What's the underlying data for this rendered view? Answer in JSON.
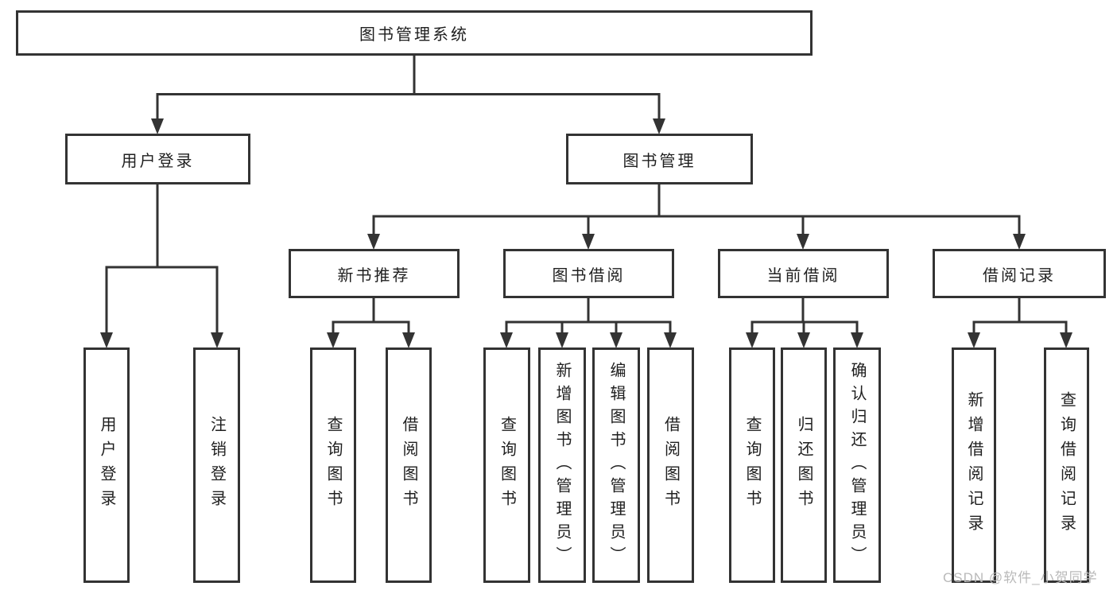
{
  "tree": {
    "label": "图书管理系统",
    "children": [
      {
        "label": "用户登录",
        "children": [
          {
            "label": "用户登录"
          },
          {
            "label": "注销登录"
          }
        ]
      },
      {
        "label": "图书管理",
        "children": [
          {
            "label": "新书推荐",
            "children": [
              {
                "label": "查询图书"
              },
              {
                "label": "借阅图书"
              }
            ]
          },
          {
            "label": "图书借阅",
            "children": [
              {
                "label": "查询图书"
              },
              {
                "label": "新增图书（管理员）"
              },
              {
                "label": "编辑图书（管理员）"
              },
              {
                "label": "借阅图书"
              }
            ]
          },
          {
            "label": "当前借阅",
            "children": [
              {
                "label": "查询图书"
              },
              {
                "label": "归还图书"
              },
              {
                "label": "确认归还（管理员）"
              }
            ]
          },
          {
            "label": "借阅记录",
            "children": [
              {
                "label": "新增借阅记录"
              },
              {
                "label": "查询借阅记录"
              }
            ]
          }
        ]
      }
    ]
  },
  "watermark": "CSDN @软件_小贺同学",
  "colors": {
    "line": "#333333",
    "text": "#1f1f1f",
    "watermark": "#b9b9b9",
    "background": "#ffffff"
  }
}
